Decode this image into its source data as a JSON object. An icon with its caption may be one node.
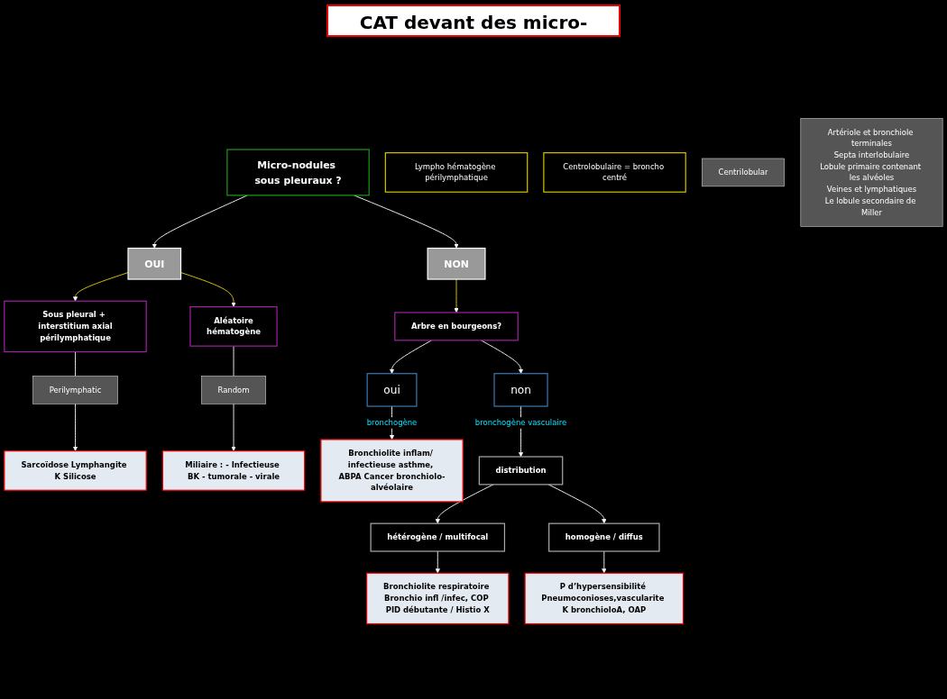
{
  "diagram": {
    "title": "CAT devant des micro-",
    "nodes": [
      {
        "text": [
          "Micro-nodules sous pleuraux ?"
        ]
      },
      {
        "text": [
          "OUI"
        ]
      },
      {
        "text": [
          "NON"
        ]
      },
      {
        "text": [
          "Lympho hématogène périlymphatique"
        ]
      },
      {
        "text": [
          "Centrolobulaire = broncho centré"
        ]
      },
      {
        "text": [
          "Sous pleural + interstitium axial",
          "périlymphatique"
        ]
      },
      {
        "text": [
          "Aléatoire",
          "hématogène"
        ]
      },
      {
        "text": [
          "Perilymphatic"
        ]
      },
      {
        "text": [
          "Random"
        ]
      },
      {
        "text": [
          "Sarcoïdose Lymphangite K Silicose"
        ]
      },
      {
        "text": [
          "Miliaire : - Infectieuse BK - tumorale - virale"
        ]
      },
      {
        "text": [
          "Arbre en bourgeons?"
        ]
      },
      {
        "text": [
          "Centrilobular"
        ]
      },
      {
        "text": [
          "oui"
        ]
      },
      {
        "text": [
          "non"
        ]
      },
      {
        "text": [
          "Bronchiolite inflam/ infectieuse asthme, ABPA Cancer bronchiolo-alvéolaire"
        ]
      },
      {
        "text": [
          "distribution"
        ]
      },
      {
        "text": [
          "hétérogène / multifocal"
        ]
      },
      {
        "text": [
          "homogène / diffus"
        ]
      },
      {
        "text": [
          "Bronchiolite respiratoire Bronchio infl /infec, COP PID débutante / Histio X"
        ]
      },
      {
        "text": [
          "P d’hypersensibilité Pneumoconioses,vascularite K bronchioloA, OAP"
        ]
      },
      {
        "text": [
          "Artériole et bronchiole terminales",
          "Septa interlobulaire",
          "Lobule primaire contenant les alvéoles",
          "Veines et lymphatiques",
          "Le lobule secondaire de Miller"
        ]
      }
    ],
    "edges": [
      {
        "from": 0,
        "to": 1,
        "arrow": "to"
      },
      {
        "from": 0,
        "to": 2,
        "arrow": "to"
      },
      {
        "from": 1,
        "to": 5,
        "arrow": "to",
        "color": "#e6d200"
      },
      {
        "from": 1,
        "to": 6,
        "arrow": "to",
        "color": "#e6d200"
      },
      {
        "from": 2,
        "to": 11,
        "arrow": "to",
        "color": "#e6d200"
      },
      {
        "from": 5,
        "to": 7,
        "arrow": "none"
      },
      {
        "from": 6,
        "to": 8,
        "arrow": "none"
      },
      {
        "from": 7,
        "to": 9,
        "arrow": "to"
      },
      {
        "from": 8,
        "to": 10,
        "arrow": "to"
      },
      {
        "from": 11,
        "to": 13,
        "arrow": "to"
      },
      {
        "from": 11,
        "to": 14,
        "arrow": "to"
      },
      {
        "from": 13,
        "to": 15,
        "arrow": "to",
        "label": "bronchogène"
      },
      {
        "from": 14,
        "to": 16,
        "arrow": "to",
        "label": "bronchogène vasculaire"
      },
      {
        "from": 16,
        "to": 17,
        "arrow": "to"
      },
      {
        "from": 16,
        "to": 18,
        "arrow": "to"
      },
      {
        "from": 17,
        "to": 19,
        "arrow": "to"
      },
      {
        "from": 18,
        "to": 20,
        "arrow": "to"
      }
    ]
  }
}
